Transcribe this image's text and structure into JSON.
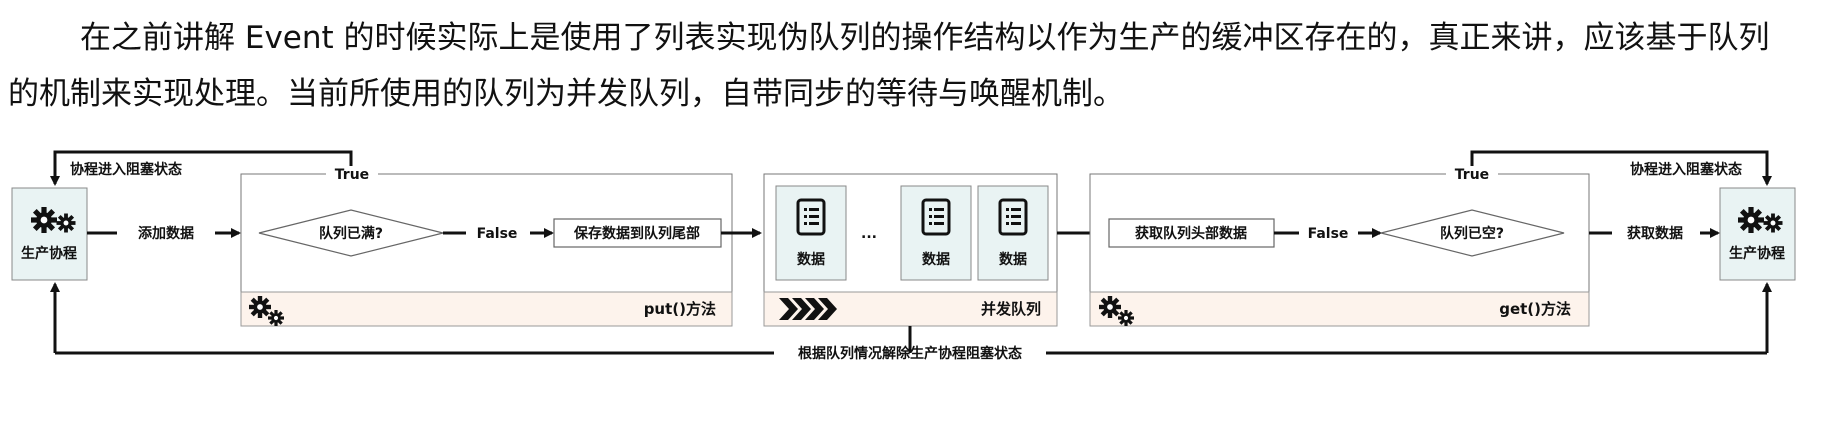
{
  "paragraph": {
    "line1": "在之前讲解 Event 的时候实际上是使用了列表实现伪队列的操作结构以作为生产的缓冲区存在的，真正来讲，应该基于队列",
    "line2": "的机制来实现处理。当前所使用的队列为并发队列，自带同步的等待与唤醒机制。"
  },
  "diagram": {
    "producer": {
      "label": "生产协程",
      "icon": "gears-icon"
    },
    "consumer": {
      "label": "生产协程",
      "icon": "gears-icon"
    },
    "left_top_label": "协程进入阻塞状态",
    "right_top_label": "协程进入阻塞状态",
    "add_data": "添加数据",
    "get_data": "获取数据",
    "put_group": {
      "true_label": "True",
      "condition": "队列已满?",
      "false_label": "False",
      "action": "保存数据到队列尾部",
      "footer": "put()方法",
      "icon": "gears-icon"
    },
    "queue_group": {
      "items": [
        "数据",
        "数据",
        "数据"
      ],
      "ellipsis": "...",
      "footer": "并发队列",
      "icon": "chevrons-icon",
      "item_icon": "document-icon"
    },
    "get_group": {
      "action": "获取队列头部数据",
      "false_label": "False",
      "true_label": "True",
      "condition": "队列已空?",
      "footer": "get()方法",
      "icon": "gears-icon"
    },
    "bottom_label": "根据队列情况解除生产协程阻塞状态"
  }
}
